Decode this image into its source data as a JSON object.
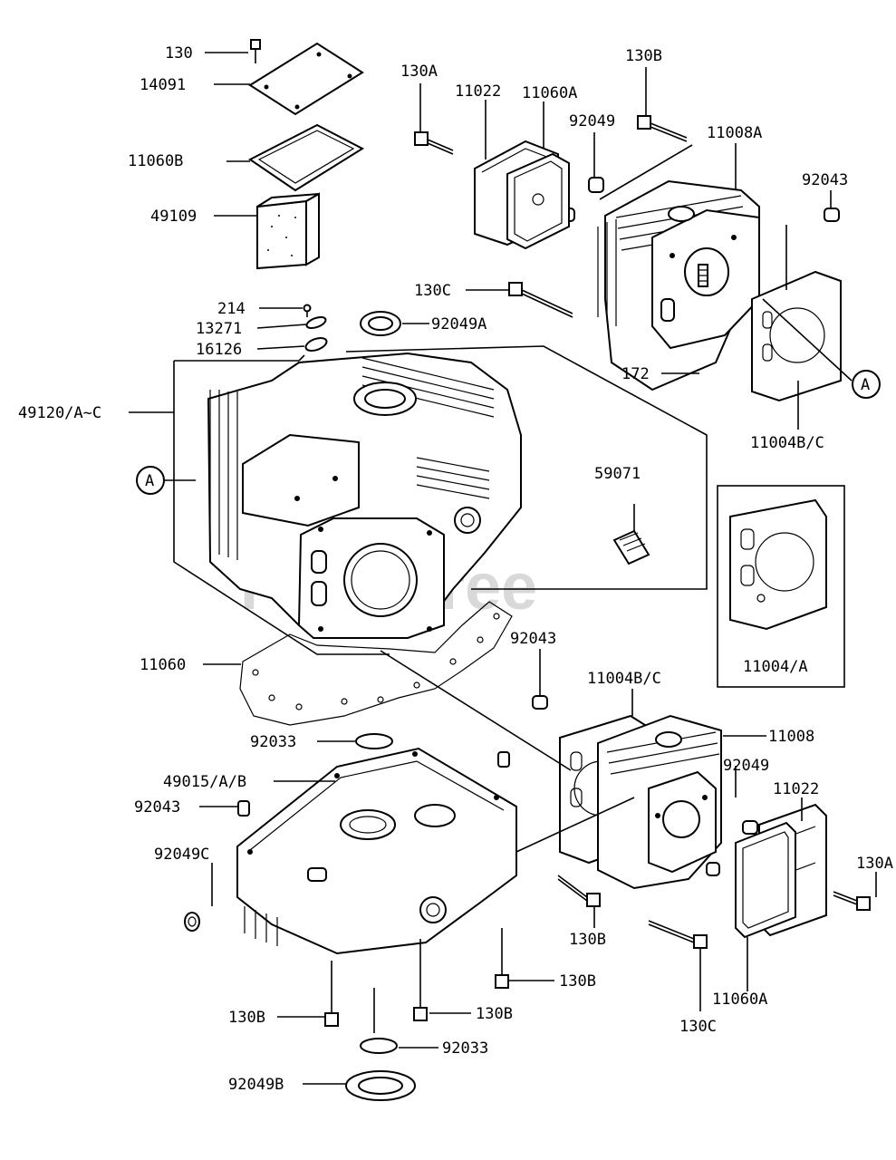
{
  "watermark": "PartsTree",
  "callout_letter": "A",
  "labels": {
    "l130": "130",
    "l14091": "14091",
    "l11060B": "11060B",
    "l49109": "49109",
    "l214": "214",
    "l13271": "13271",
    "l16126": "16126",
    "l92049A": "92049A",
    "l49120": "49120/A~C",
    "l130A_top": "130A",
    "l11022_top": "11022",
    "l11060A_top": "11060A",
    "l130B_top": "130B",
    "l92049_top": "92049",
    "l11008A": "11008A",
    "l92043_top": "92043",
    "l130C_top": "130C",
    "l172": "172",
    "l11004BC_top": "11004B/C",
    "l59071": "59071",
    "l11004A": "11004/A",
    "l11060": "11060",
    "l92043_mid": "92043",
    "l11004BC_mid": "11004B/C",
    "l11008": "11008",
    "l92033_top": "92033",
    "l49015": "49015/A/B",
    "l92049_bot": "92049",
    "l11022_bot": "11022",
    "l92043_bot": "92043",
    "l92049C": "92049C",
    "l130A_bot": "130A",
    "l130B_a": "130B",
    "l130B_b": "130B",
    "l130B_c": "130B",
    "l130B_d": "130B",
    "l130C_bot": "130C",
    "l11060A_bot": "11060A",
    "l92033_bot": "92033",
    "l92049B": "92049B"
  }
}
